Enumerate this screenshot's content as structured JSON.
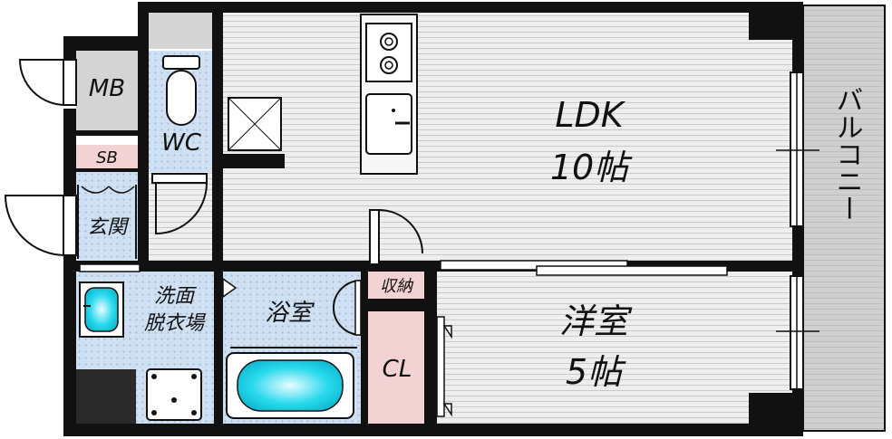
{
  "colors": {
    "wall": "#111111",
    "floor_wood": "#eeeeee",
    "wood_line": "#c9c9c9",
    "wet_area": "#cfe0f3",
    "wet_tile": "#9fb7d6",
    "storage_pink": "#f2d2d2",
    "storage_gray": "#d4d4d4",
    "balcony": "#d0d0d0",
    "fixture_water": "#29d9ec"
  },
  "rooms": {
    "ldk": {
      "name": "LDK",
      "size": "10帖"
    },
    "western": {
      "name": "洋室",
      "size": "5帖"
    },
    "balcony": {
      "name": "バルコニー"
    },
    "bath": {
      "name": "浴室"
    },
    "washroom": {
      "line1": "洗面",
      "line2": "脱衣場"
    },
    "wc": {
      "name": "WC"
    },
    "mb": {
      "name": "MB"
    },
    "sb": {
      "name": "SB"
    },
    "entrance": {
      "name": "玄関"
    },
    "closet": {
      "name": "CL"
    },
    "storage": {
      "name": "収納"
    }
  }
}
